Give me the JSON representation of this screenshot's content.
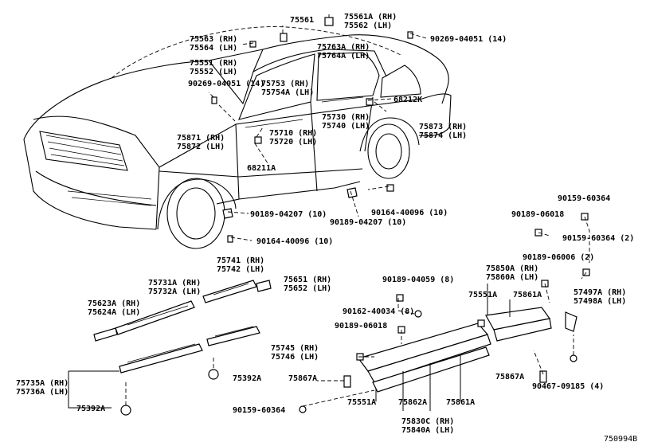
{
  "diagram_id": "750994B",
  "callouts": [
    {
      "id": "c75561",
      "lines": [
        "75561"
      ]
    },
    {
      "id": "c75561a",
      "lines": [
        "75561A (RH)",
        "75562 (LH)"
      ]
    },
    {
      "id": "c90269a",
      "lines": [
        "90269-04051 (14)"
      ]
    },
    {
      "id": "c75563",
      "lines": [
        "75563 (RH)",
        "75564 (LH)"
      ]
    },
    {
      "id": "c75551",
      "lines": [
        "75551 (RH)",
        "75552 (LH)"
      ]
    },
    {
      "id": "c90269b",
      "lines": [
        "90269-04051 (14)"
      ]
    },
    {
      "id": "c75753",
      "lines": [
        "75753 (RH)",
        "75754A (LH)"
      ]
    },
    {
      "id": "c75763",
      "lines": [
        "75763A (RH)",
        "75764A (LH)"
      ]
    },
    {
      "id": "c68212",
      "lines": [
        "68212K"
      ]
    },
    {
      "id": "c75730",
      "lines": [
        "75730 (RH)",
        "75740 (LH)"
      ]
    },
    {
      "id": "c75873",
      "lines": [
        "75873 (RH)",
        "75874 (LH)"
      ]
    },
    {
      "id": "c75710",
      "lines": [
        "75710 (RH)",
        "75720 (LH)"
      ]
    },
    {
      "id": "c75871",
      "lines": [
        "75871 (RH)",
        "75872 (LH)"
      ]
    },
    {
      "id": "c68211",
      "lines": [
        "68211A"
      ]
    },
    {
      "id": "c90189a",
      "lines": [
        "90189-04207 (10)"
      ]
    },
    {
      "id": "c90164a",
      "lines": [
        "90164-40096 (10)"
      ]
    },
    {
      "id": "c90189b",
      "lines": [
        "90189-04207 (10)"
      ]
    },
    {
      "id": "c90164b",
      "lines": [
        "90164-40096 (10)"
      ]
    },
    {
      "id": "c90159a",
      "lines": [
        "90159-60364"
      ]
    },
    {
      "id": "c90189c",
      "lines": [
        "90189-06018"
      ]
    },
    {
      "id": "c90159b",
      "lines": [
        "90159-60364 (2)"
      ]
    },
    {
      "id": "c90189d",
      "lines": [
        "90189-06006 (2)"
      ]
    },
    {
      "id": "c75741",
      "lines": [
        "75741 (RH)",
        "75742 (LH)"
      ]
    },
    {
      "id": "c75731",
      "lines": [
        "75731A (RH)",
        "75732A (LH)"
      ]
    },
    {
      "id": "c75651",
      "lines": [
        "75651 (RH)",
        "75652 (LH)"
      ]
    },
    {
      "id": "c75623",
      "lines": [
        "75623A (RH)",
        "75624A (LH)"
      ]
    },
    {
      "id": "c90189e",
      "lines": [
        "90189-04059 (8)"
      ]
    },
    {
      "id": "c75850",
      "lines": [
        "75850A (RH)",
        "75860A (LH)"
      ]
    },
    {
      "id": "c75551b",
      "lines": [
        "75551A"
      ]
    },
    {
      "id": "c75861a",
      "lines": [
        "75861A"
      ]
    },
    {
      "id": "c57497",
      "lines": [
        "57497A (RH)",
        "57498A (LH)"
      ]
    },
    {
      "id": "c90162",
      "lines": [
        "90162-40034 (8)"
      ]
    },
    {
      "id": "c90189f",
      "lines": [
        "90189-06018"
      ]
    },
    {
      "id": "c75745",
      "lines": [
        "75745 (RH)",
        "75746 (LH)"
      ]
    },
    {
      "id": "c75735",
      "lines": [
        "75735A (RH)",
        "75736A (LH)"
      ]
    },
    {
      "id": "c75392a",
      "lines": [
        "75392A"
      ]
    },
    {
      "id": "c75867a",
      "lines": [
        "75867A"
      ]
    },
    {
      "id": "c75867b",
      "lines": [
        "75867A"
      ]
    },
    {
      "id": "c90467",
      "lines": [
        "90467-09185 (4)"
      ]
    },
    {
      "id": "c75392b",
      "lines": [
        "75392A"
      ]
    },
    {
      "id": "c90159c",
      "lines": [
        "90159-60364"
      ]
    },
    {
      "id": "c75551c",
      "lines": [
        "75551A"
      ]
    },
    {
      "id": "c75862",
      "lines": [
        "75862A"
      ]
    },
    {
      "id": "c75861b",
      "lines": [
        "75861A"
      ]
    },
    {
      "id": "c75830",
      "lines": [
        "75830C (RH)",
        "75840A (LH)"
      ]
    }
  ]
}
